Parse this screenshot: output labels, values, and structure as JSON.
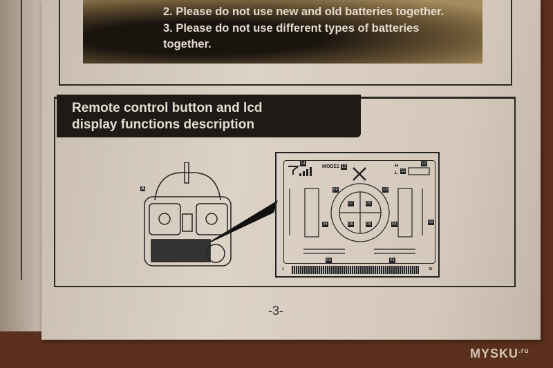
{
  "warnings": {
    "item2": "2. Please do not use new and old batteries together.",
    "item3_line1": "3. Please do not use different types of batteries",
    "item3_line2": "together."
  },
  "section": {
    "title_line1": "Remote control button and lcd",
    "title_line2": "display functions description"
  },
  "remote": {
    "label_a": "A"
  },
  "lcd": {
    "signal_num": "14",
    "mode": "MODE1",
    "mode_num": "13",
    "h": "H",
    "l": "L",
    "battery_num": "11",
    "battery_top_num": "12",
    "n09": "09",
    "n10": "10",
    "n07": "07",
    "n05": "05",
    "n06": "06",
    "n08": "08",
    "n04a": "04",
    "n04b": "04",
    "n02": "02",
    "n03": "03",
    "n01": "01",
    "strip_start": "1",
    "strip_end": "36"
  },
  "page_number": "-3-",
  "watermark": {
    "text": "MYSKU",
    "suffix": ".ru"
  }
}
